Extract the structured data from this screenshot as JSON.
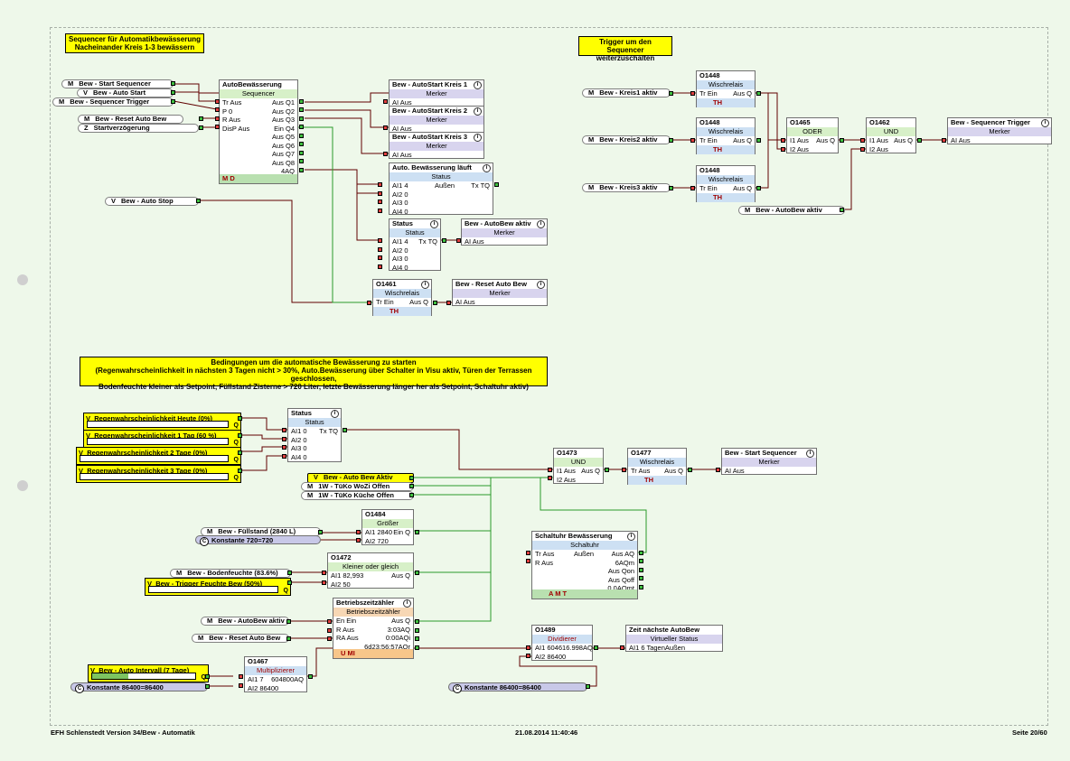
{
  "notes": {
    "seq_title": "Sequencer für Automatikbewässerung",
    "seq_sub": "Nacheinander Kreis 1-3 bewässern",
    "trig_title": "Trigger um den Sequencer",
    "trig_sub": "weiterzuschalten",
    "cond_l1": "Bedingungen um die automatische Bewässerung zu starten",
    "cond_l2": "(Regenwahrscheinlichkeit in nächsten 3 Tagen nicht > 30%, Auto.Bewässerung über Schalter in Visu aktiv, Türen der Terrassen geschlossen,",
    "cond_l3": "Bodenfeuchte kleiner als Setpoint, Füllstand Zisterne > 720 Liter, letzte Bewässerung länger her als Setpoint, Schaltuhr aktiv)"
  },
  "inputs": {
    "start_seq": {
      "p": "M",
      "t": "Bew - Start Sequencer"
    },
    "auto_start": {
      "p": "V",
      "t": "Bew - Auto Start"
    },
    "seq_trigger": {
      "p": "M",
      "t": "Bew - Sequencer Trigger"
    },
    "reset_auto": {
      "p": "M",
      "t": "Bew - Reset Auto Bew"
    },
    "startverz": {
      "p": "Z",
      "t": "Startverzögerung"
    },
    "auto_stop": {
      "p": "V",
      "t": "Bew - Auto Stop"
    },
    "kreis1": {
      "p": "M",
      "t": "Bew - Kreis1 aktiv"
    },
    "kreis2": {
      "p": "M",
      "t": "Bew - Kreis2 aktiv"
    },
    "kreis3": {
      "p": "M",
      "t": "Bew - Kreis3 aktiv"
    },
    "autobew_aktiv_top": {
      "p": "M",
      "t": "Bew - AutoBew aktiv"
    },
    "auto_bew_aktiv": {
      "p": "V",
      "t": "Bew - Auto Bew Aktiv"
    },
    "tuko_vozi": {
      "p": "M",
      "t": "1W - TüKo WoZi Offen"
    },
    "tuko_kueche": {
      "p": "M",
      "t": "1W - TüKo Küche Offen"
    },
    "fuellstand": {
      "p": "M",
      "t": "Bew - Füllstand (2840 L)"
    },
    "bodenfeuchte": {
      "p": "M",
      "t": "Bew - Bodenfeuchte (83.6%)"
    },
    "autobew_aktiv_bot": {
      "p": "M",
      "t": "Bew - AutoBew aktiv"
    },
    "reset_auto_bot": {
      "p": "M",
      "t": "Bew - Reset Auto Bew"
    }
  },
  "sliders": {
    "regen_heute": {
      "p": "V",
      "t": "Regenwahrscheinlichkeit Heute (0%)",
      "q": "Q",
      "level": 0
    },
    "regen_1": {
      "p": "V",
      "t": "Regenwahrscheinlichkeit 1 Tag (60 %)",
      "q": "Q",
      "level": 0
    },
    "regen_2": {
      "p": "V",
      "t": "Regenwahrscheinlichkeit 2 Tage (0%)",
      "q": "Q",
      "level": 0
    },
    "regen_3": {
      "p": "V",
      "t": "Regenwahrscheinlichkeit 3 Tage (0%)",
      "q": "Q",
      "level": 0
    },
    "trigger_feuchte": {
      "p": "V",
      "t": "Bew - Trigger Feuchte Bew (50%)",
      "q": "Q",
      "level": 0
    },
    "intervall": {
      "p": "V",
      "t": "Bew - Auto Intervall (7 Tage)",
      "q": "Q",
      "level": 0.35
    }
  },
  "consts": {
    "k720": {
      "c": "C",
      "t": "Konstante 720=720"
    },
    "k86400a": {
      "c": "C",
      "t": "Konstante 86400=86400"
    },
    "k86400b": {
      "c": "C",
      "t": "Konstante 86400=86400"
    }
  },
  "blocks": {
    "autobew": {
      "t": "AutoBewässerung",
      "s": "Sequencer",
      "inl": [
        "Tr Aus",
        "P 0",
        "R Aus",
        "DisP Aus",
        "",
        "",
        "",
        "",
        ""
      ],
      "outl": [
        "Aus Q1",
        "Aus Q2",
        "Aus Q3",
        "Ein Q4",
        "Aus Q5",
        "Aus Q6",
        "Aus Q7",
        "Aus Q8",
        "4AQ"
      ],
      "f": "M    D"
    },
    "kreis1": {
      "t": "Bew - AutoStart Kreis 1",
      "s": "Merker",
      "r": "AI Aus"
    },
    "kreis2": {
      "t": "Bew - AutoStart Kreis 2",
      "s": "Merker",
      "r": "AI Aus"
    },
    "kreis3": {
      "t": "Bew - AutoStart Kreis 3",
      "s": "Merker",
      "r": "AI Aus"
    },
    "laeuft": {
      "t": "Auto. Bewässerung läuft",
      "s": "Status",
      "rows": [
        "AI1 4",
        "AI2 0",
        "AI3 0",
        "AI4 0"
      ],
      "m1": "Außen",
      "o1": "Tx TQ"
    },
    "status1": {
      "t": "Status",
      "s": "Status",
      "rows": [
        "AI1 4",
        "AI2 0",
        "AI3 0",
        "AI4 0"
      ],
      "o1": "Tx TQ"
    },
    "autobew_aktiv": {
      "t": "Bew - AutoBew aktiv",
      "s": "Merker",
      "r": "AI Aus"
    },
    "o1461": {
      "t": "O1461",
      "s": "Wischrelais",
      "l": "Tr Ein",
      "o": "Aus Q",
      "f": "TH"
    },
    "reset_m": {
      "t": "Bew - Reset Auto Bew",
      "s": "Merker",
      "r": "AI Aus"
    },
    "o1448a": {
      "t": "O1448",
      "s": "Wischrelais",
      "l": "Tr Ein",
      "o": "Aus Q",
      "f": "TH"
    },
    "o1448b": {
      "t": "O1448",
      "s": "Wischrelais",
      "l": "Tr Ein",
      "o": "Aus Q",
      "f": "TH"
    },
    "o1448c": {
      "t": "O1448",
      "s": "Wischrelais",
      "l": "Tr Ein",
      "o": "Aus Q",
      "f": "TH"
    },
    "o1465": {
      "t": "O1465",
      "s": "ODER",
      "l1": "I1 Aus",
      "l2": "I2 Aus",
      "o": "Aus Q"
    },
    "o1462": {
      "t": "O1462",
      "s": "UND",
      "l1": "I1 Aus",
      "l2": "I2 Aus",
      "o": "Aus Q"
    },
    "seq_trig": {
      "t": "Bew - Sequencer Trigger",
      "s": "Merker",
      "r": "AI Aus"
    },
    "status2": {
      "t": "Status",
      "s": "Status",
      "rows": [
        "AI1 0",
        "AI2 0",
        "AI3 0",
        "AI4 0"
      ],
      "o1": "Tx TQ"
    },
    "o1473": {
      "t": "O1473",
      "s": "UND",
      "l1": "I1 Aus",
      "l2": "I2 Aus",
      "o": "Aus Q"
    },
    "o1477": {
      "t": "O1477",
      "s": "Wischrelais",
      "l": "Tr Aus",
      "o": "Aus Q",
      "f": "TH"
    },
    "start_seq": {
      "t": "Bew - Start Sequencer",
      "s": "Merker",
      "r": "AI Aus"
    },
    "o1484": {
      "t": "O1484",
      "s": "Größer",
      "l1": "AI1 2840",
      "l2": "AI2 720",
      "o": "Ein Q"
    },
    "o1472": {
      "t": "O1472",
      "s": "Kleiner oder gleich",
      "l1": "AI1 82,993",
      "l2": "AI2 50",
      "o": "Aus Q"
    },
    "schaltuhr": {
      "t": "Schaltuhr Bewässerung",
      "s": "Schaltuhr",
      "inl": [
        "Tr Aus",
        "R Aus",
        "",
        "",
        "",
        ""
      ],
      "outl": [
        "Aus AQ",
        "6AQm",
        "Aus Qon",
        "Aus Qoff",
        "0.0AQmt",
        ""
      ],
      "m1": "Außen",
      "f": "A   M   T"
    },
    "betrieb": {
      "t": "Betriebszeitzähler",
      "s": "Betriebszeitzähler",
      "inl": [
        "En Ein",
        "R Aus",
        "RA Aus",
        ""
      ],
      "outl": [
        "Aus Q",
        "3:03AQ",
        "0:00AQi",
        "6d23:56:57AQr"
      ],
      "f": "U    MI"
    },
    "o1467": {
      "t": "O1467",
      "s": "Multiplizierer",
      "l1": "AI1 7",
      "r1": "604800AQ",
      "l2": "AI2 86400"
    },
    "o1489": {
      "t": "O1489",
      "s": "Dividierer",
      "l1": "AI1 604616.998AQ",
      "l2": "AI2 86400"
    },
    "virt": {
      "t": "Zeit nächste AutoBew",
      "s": "Virtueller Status",
      "r": "AI1 6 TagenAußen"
    }
  },
  "footer": {
    "left": "EFH Schlenstedt Version 34/Bew - Automatik",
    "center": "21.08.2014 11:40:46",
    "right": "Seite 20/60"
  }
}
